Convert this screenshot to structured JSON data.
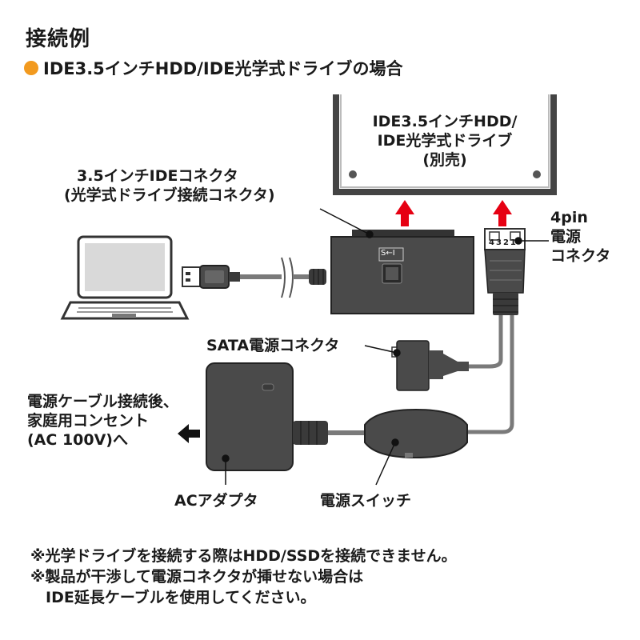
{
  "heading": "接続例",
  "case_title": "IDE3.5インチHDD/IDE光学式ドライブの場合",
  "colors": {
    "bullet": "#f29a1f",
    "arrow": "#e60012",
    "device": "#4a4a4a",
    "cable": "#7a7a7a"
  },
  "labels": {
    "drive_line1": "IDE3.5インチHDD/",
    "drive_line2": "IDE光学式ドライブ",
    "drive_line3": "(別売)",
    "ide_connector_line1": "3.5インチIDEコネクタ",
    "ide_connector_line2": "(光学式ドライブ接続コネクタ)",
    "pin_connector_line1": "4pin",
    "pin_connector_line2": "電源",
    "pin_connector_line3": "コネクタ",
    "sata_power": "SATA電源コネクタ",
    "outlet_line1": "電源ケーブル接続後、",
    "outlet_line2": "家庭用コンセント",
    "outlet_line3": "(AC 100V)へ",
    "ac_adapter": "ACアダプタ",
    "power_switch": "電源スイッチ",
    "switch_mark": "S←I",
    "pin_numbers": [
      "4",
      "3",
      "2",
      "1"
    ]
  },
  "notes": [
    "※光学ドライブを接続する際はHDD/SSDを接続できません。",
    "※製品が干渉して電源コネクタが挿せない場合は",
    "　IDE延長ケーブルを使用してください。"
  ]
}
